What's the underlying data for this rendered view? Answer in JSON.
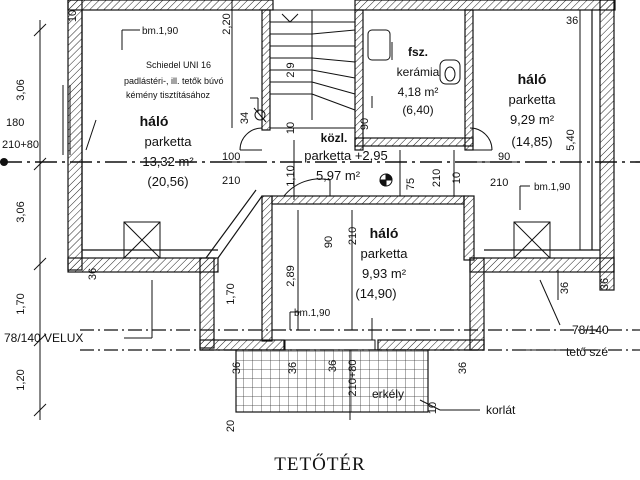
{
  "title": "TETŐTÉR",
  "rooms": {
    "left": {
      "name": "háló",
      "floor": "parketta",
      "area": "13,32 m²",
      "perimeter": "(20,56)"
    },
    "bath": {
      "name": "fsz.",
      "floor": "kerámia",
      "area": "4,18 m²",
      "perimeter": "(6,40)"
    },
    "right": {
      "name": "háló",
      "floor": "parketta",
      "area": "9,29 m²",
      "perimeter": "(14,85)"
    },
    "hall": {
      "name": "közl.",
      "floor": "parketta +2,95",
      "area": "5,97 m²"
    },
    "center": {
      "name": "háló",
      "floor": "parketta",
      "area": "9,93 m²",
      "perimeter": "(14,90)"
    }
  },
  "notes": {
    "chimney": "Schiedel UNI 16",
    "chimney2": "padlástéri-, ill. tetők búvó",
    "chimney3": "kémény tisztításához",
    "bm1": "bm.1,90",
    "bm2": "bm.1,90",
    "bm3": "bm.1,90",
    "velux_left": "78/140 VELUX",
    "velux_right": "78/140",
    "roof_edge": "tető szé",
    "balcony": "erkély",
    "railing": "korlát"
  },
  "dims": {
    "d1": "3,06",
    "d2": "3,06",
    "d3": "1,70",
    "d4": "1,20",
    "d5": "180",
    "d6": "210+80",
    "d7": "100",
    "d8": "210",
    "d9": "2,20",
    "d10": "34",
    "d11": "2,9",
    "d12": "10",
    "d13": "1,10",
    "d14": "90",
    "d15": "210",
    "d16": "75",
    "d17": "10",
    "d18": "36",
    "d19": "5,40",
    "d20": "90",
    "d21": "210",
    "d22": "2,89",
    "d23": "1,70",
    "d24": "90",
    "d25": "210",
    "d26": "36",
    "d27": "36",
    "d28": "36",
    "d29": "210+80",
    "d30": "20",
    "d31": "36",
    "d32": "10",
    "d33": "36",
    "d34": "36",
    "d35": "36",
    "d36": "10"
  }
}
